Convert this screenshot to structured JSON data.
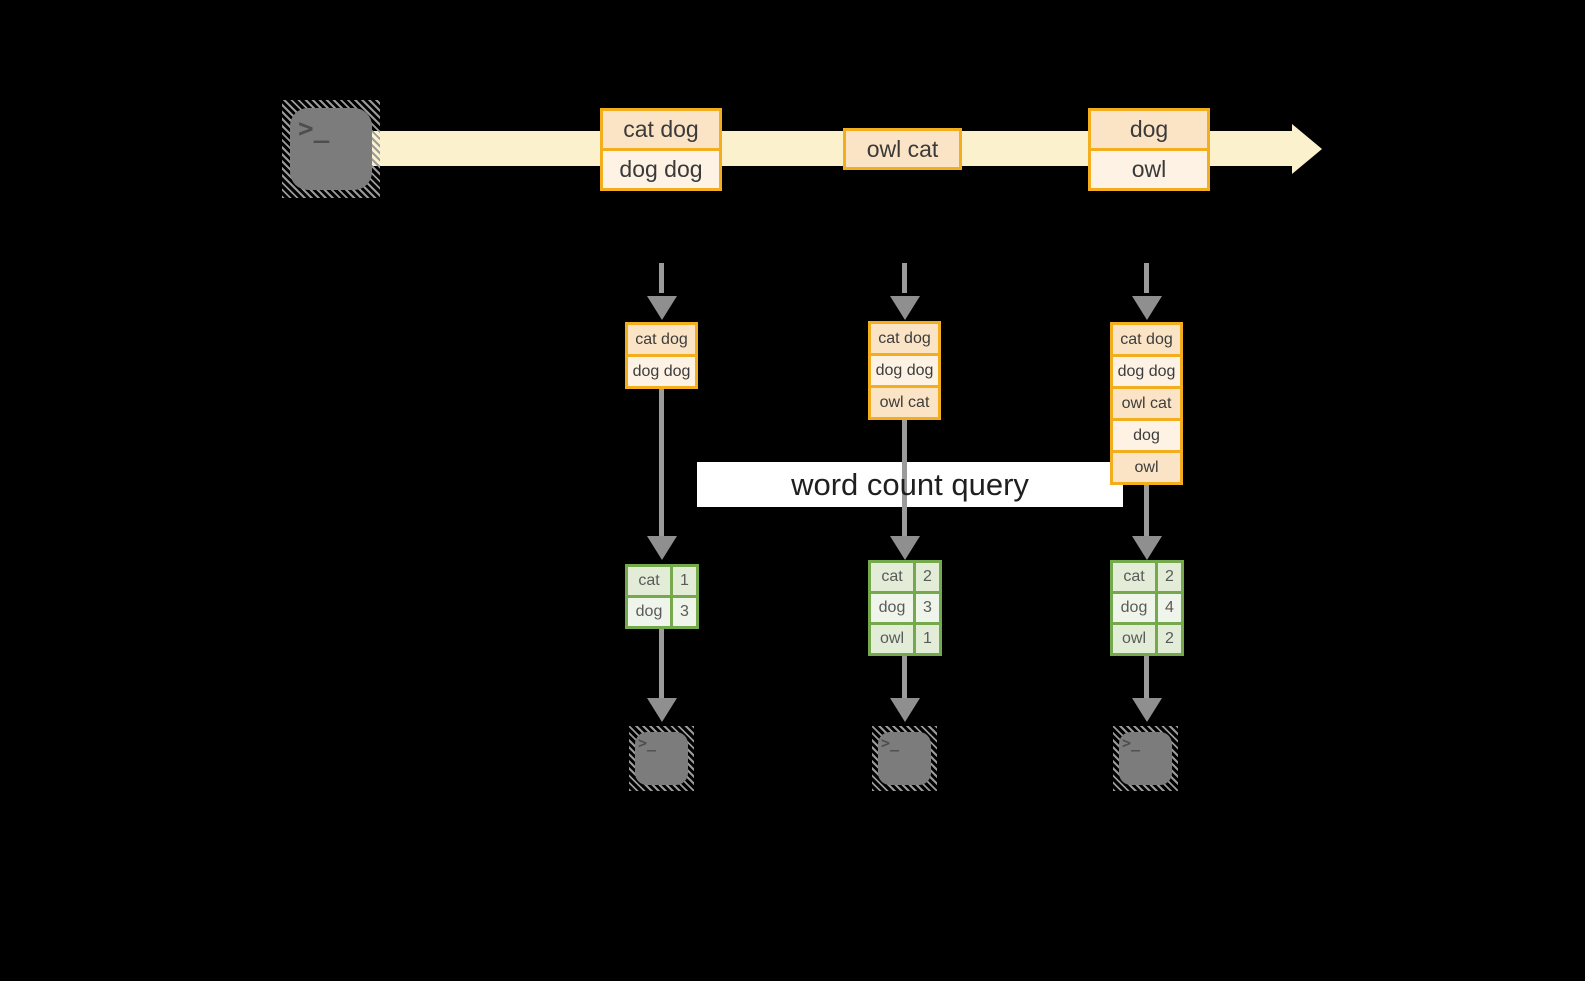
{
  "diagram": {
    "query_label": "word count query",
    "prompt_glyph": ">_",
    "stream": {
      "batches": [
        {
          "lines": [
            "cat dog",
            "dog dog"
          ]
        },
        {
          "lines": [
            "owl cat"
          ]
        },
        {
          "lines": [
            "dog",
            "owl"
          ]
        }
      ]
    },
    "columns": [
      {
        "batch": [
          "cat dog",
          "dog dog"
        ],
        "counts": [
          {
            "word": "cat",
            "count": "1"
          },
          {
            "word": "dog",
            "count": "3"
          }
        ]
      },
      {
        "batch": [
          "cat dog",
          "dog dog",
          "owl cat"
        ],
        "counts": [
          {
            "word": "cat",
            "count": "2"
          },
          {
            "word": "dog",
            "count": "3"
          },
          {
            "word": "owl",
            "count": "1"
          }
        ]
      },
      {
        "batch": [
          "cat dog",
          "dog dog",
          "owl cat",
          "dog",
          "owl"
        ],
        "counts": [
          {
            "word": "cat",
            "count": "2"
          },
          {
            "word": "dog",
            "count": "4"
          },
          {
            "word": "owl",
            "count": "2"
          }
        ]
      }
    ],
    "colors": {
      "background": "#000000",
      "stream_band": "#FBF1CD",
      "box_border": "#F2AE1C",
      "box_fill_dark": "#FBE4C6",
      "box_fill_light": "#FDF2E3",
      "table_border": "#74A94C",
      "table_fill_dark": "#E2ECD7",
      "table_fill_light": "#EFF5EA",
      "arrow_gray": "#9B9B9B",
      "banner_bg": "#FFFFFF",
      "terminal_gray": "#7C7C7C"
    }
  }
}
